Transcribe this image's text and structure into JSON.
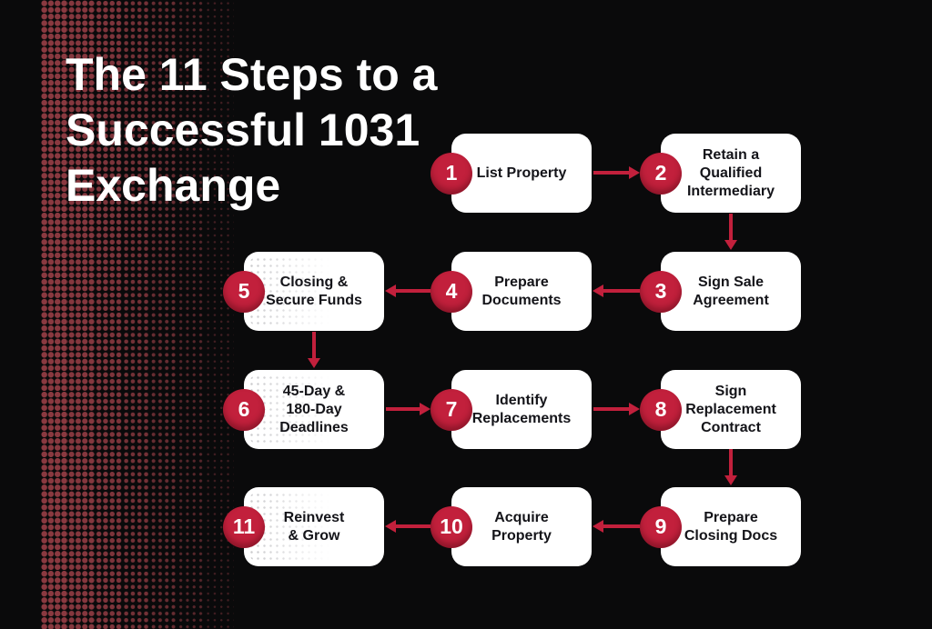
{
  "title": "The 11 Steps to a\nSuccessful 1031\nExchange",
  "colors": {
    "background": "#0a0a0b",
    "accent_red": "#c2203c",
    "halftone_red": "#8a3940",
    "box_fill": "#ffffff",
    "box_text": "#141419",
    "title_text": "#ffffff"
  },
  "steps": [
    {
      "number": "1",
      "label": "List Property"
    },
    {
      "number": "2",
      "label": "Retain a\nQualified\nIntermediary"
    },
    {
      "number": "3",
      "label": "Sign Sale\nAgreement"
    },
    {
      "number": "4",
      "label": "Prepare\nDocuments"
    },
    {
      "number": "5",
      "label": "Closing &\nSecure Funds"
    },
    {
      "number": "6",
      "label": "45-Day &\n180-Day\nDeadlines"
    },
    {
      "number": "7",
      "label": "Identify\nReplacements"
    },
    {
      "number": "8",
      "label": "Sign\nReplacement\nContract"
    },
    {
      "number": "9",
      "label": "Prepare\nClosing Docs"
    },
    {
      "number": "10",
      "label": "Acquire\nProperty"
    },
    {
      "number": "11",
      "label": "Reinvest\n& Grow"
    }
  ],
  "connections": [
    "1→2",
    "2→3",
    "3→4",
    "4→5",
    "5→6",
    "6→7",
    "7→8",
    "8→9",
    "9→10",
    "10→11"
  ]
}
